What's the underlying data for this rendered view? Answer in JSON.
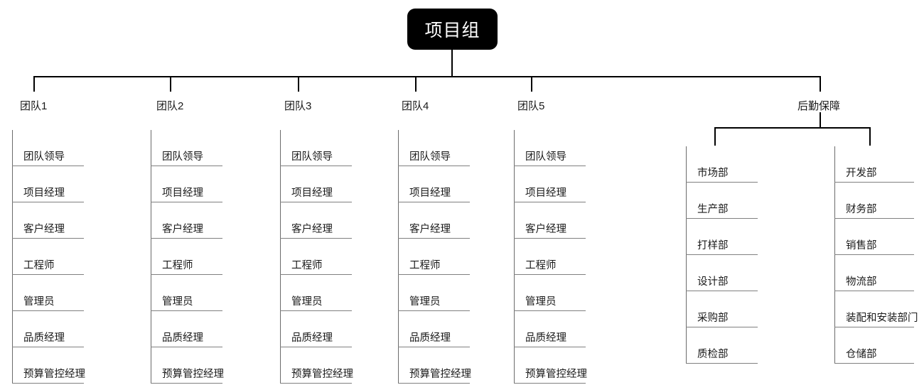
{
  "diagram": {
    "type": "organization-chart",
    "title": "项目组",
    "root": {
      "label": "项目组"
    },
    "branches": [
      {
        "label": "团队1",
        "items": [
          "团队领导",
          "项目经理",
          "客户经理",
          "工程师",
          "管理员",
          "品质经理",
          "预算管控经理"
        ]
      },
      {
        "label": "团队2",
        "items": [
          "团队领导",
          "项目经理",
          "客户经理",
          "工程师",
          "管理员",
          "品质经理",
          "预算管控经理"
        ]
      },
      {
        "label": "团队3",
        "items": [
          "团队领导",
          "项目经理",
          "客户经理",
          "工程师",
          "管理员",
          "品质经理",
          "预算管控经理"
        ]
      },
      {
        "label": "团队4",
        "items": [
          "团队领导",
          "项目经理",
          "客户经理",
          "工程师",
          "管理员",
          "品质经理",
          "预算管控经理"
        ]
      },
      {
        "label": "团队5",
        "items": [
          "团队领导",
          "项目经理",
          "客户经理",
          "工程师",
          "管理员",
          "品质经理",
          "预算管控经理"
        ]
      },
      {
        "label": "后勤保障",
        "columns": [
          {
            "items": [
              "市场部",
              "生产部",
              "打样部",
              "设计部",
              "采购部",
              "质检部"
            ]
          },
          {
            "items": [
              "开发部",
              "财务部",
              "销售部",
              "物流部",
              "装配和安装部门",
              "仓储部"
            ]
          }
        ]
      }
    ],
    "colors": {
      "root_fill": "#000000",
      "root_text": "#ffffff",
      "connector": "#000000",
      "column_rule": "#808080",
      "text": "#1a1a1a",
      "background": "#ffffff"
    }
  }
}
